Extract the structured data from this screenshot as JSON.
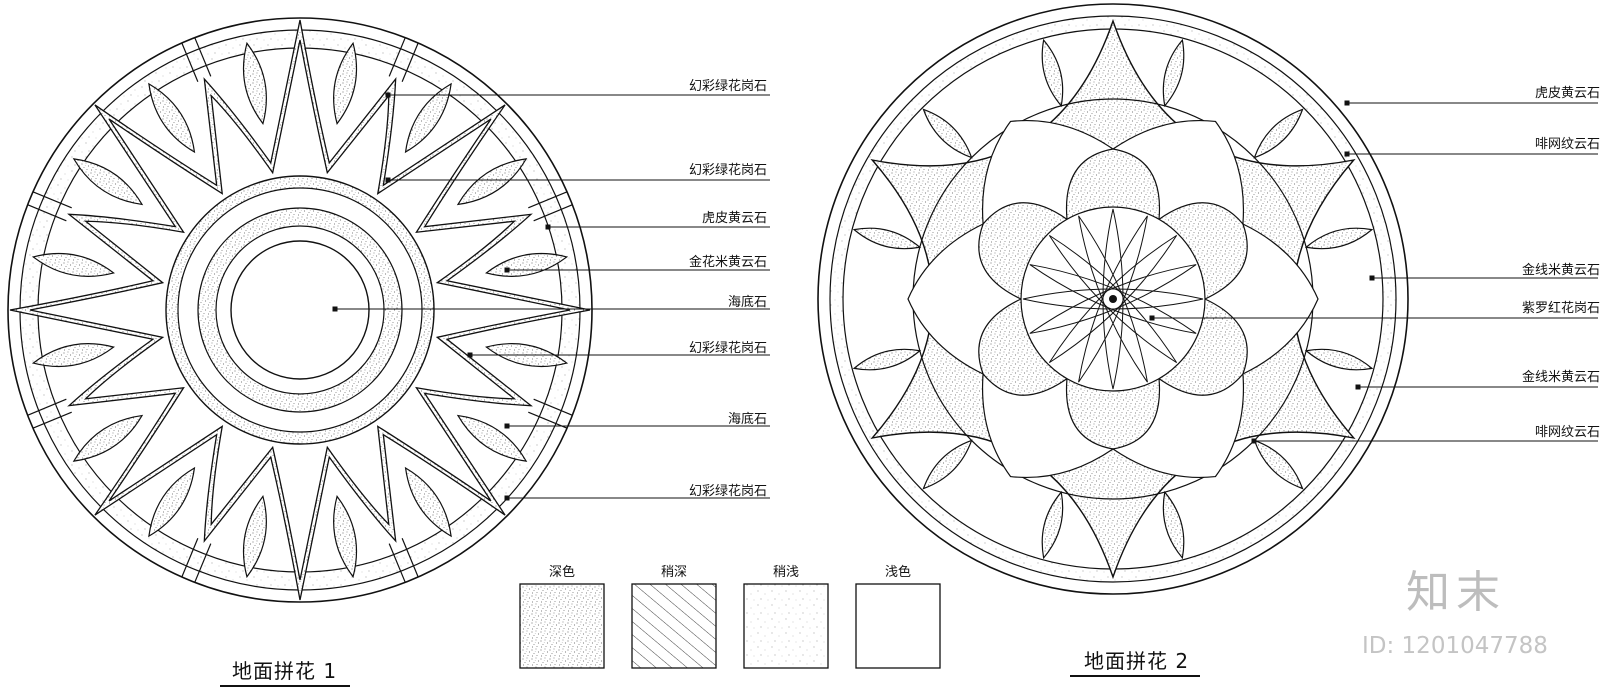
{
  "pattern1": {
    "title": "地面拼花 1",
    "callouts": [
      "幻彩绿花岗石",
      "幻彩绿花岗石",
      "虎皮黄云石",
      "金花米黄云石",
      "海底石",
      "幻彩绿花岗石",
      "海底石",
      "幻彩绿花岗石"
    ]
  },
  "pattern2": {
    "title": "地面拼花 2",
    "callouts": [
      "虎皮黄云石",
      "啡网纹云石",
      "金线米黄云石",
      "紫罗红花岗石",
      "金线米黄云石",
      "啡网纹云石"
    ]
  },
  "legend": {
    "items": [
      {
        "label": "深色",
        "fill": "dense-dots"
      },
      {
        "label": "稍深",
        "fill": "hatch"
      },
      {
        "label": "稍浅",
        "fill": "sparse-dots"
      },
      {
        "label": "浅色",
        "fill": "blank"
      }
    ]
  },
  "watermark": {
    "logo": "知末",
    "id": "ID: 1201047788"
  },
  "colors": {
    "line": "#111111",
    "stipple": "#555555",
    "watermark": "#bdbdbd"
  }
}
